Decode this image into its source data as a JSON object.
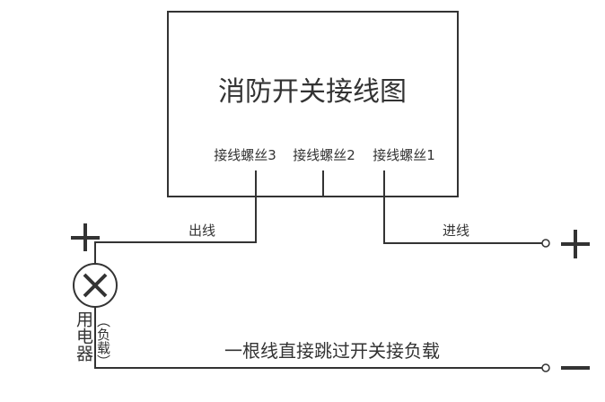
{
  "title": "消防开关接线图",
  "screws": [
    "接线螺丝3",
    "接线螺丝2",
    "接线螺丝1"
  ],
  "out_label": "出线",
  "in_label": "进线",
  "load_label": "用电器",
  "load_note": "（负载）",
  "bypass_note": "一根线直接跳过开关接负载",
  "plus_symbol": "+",
  "minus_symbol": "−"
}
